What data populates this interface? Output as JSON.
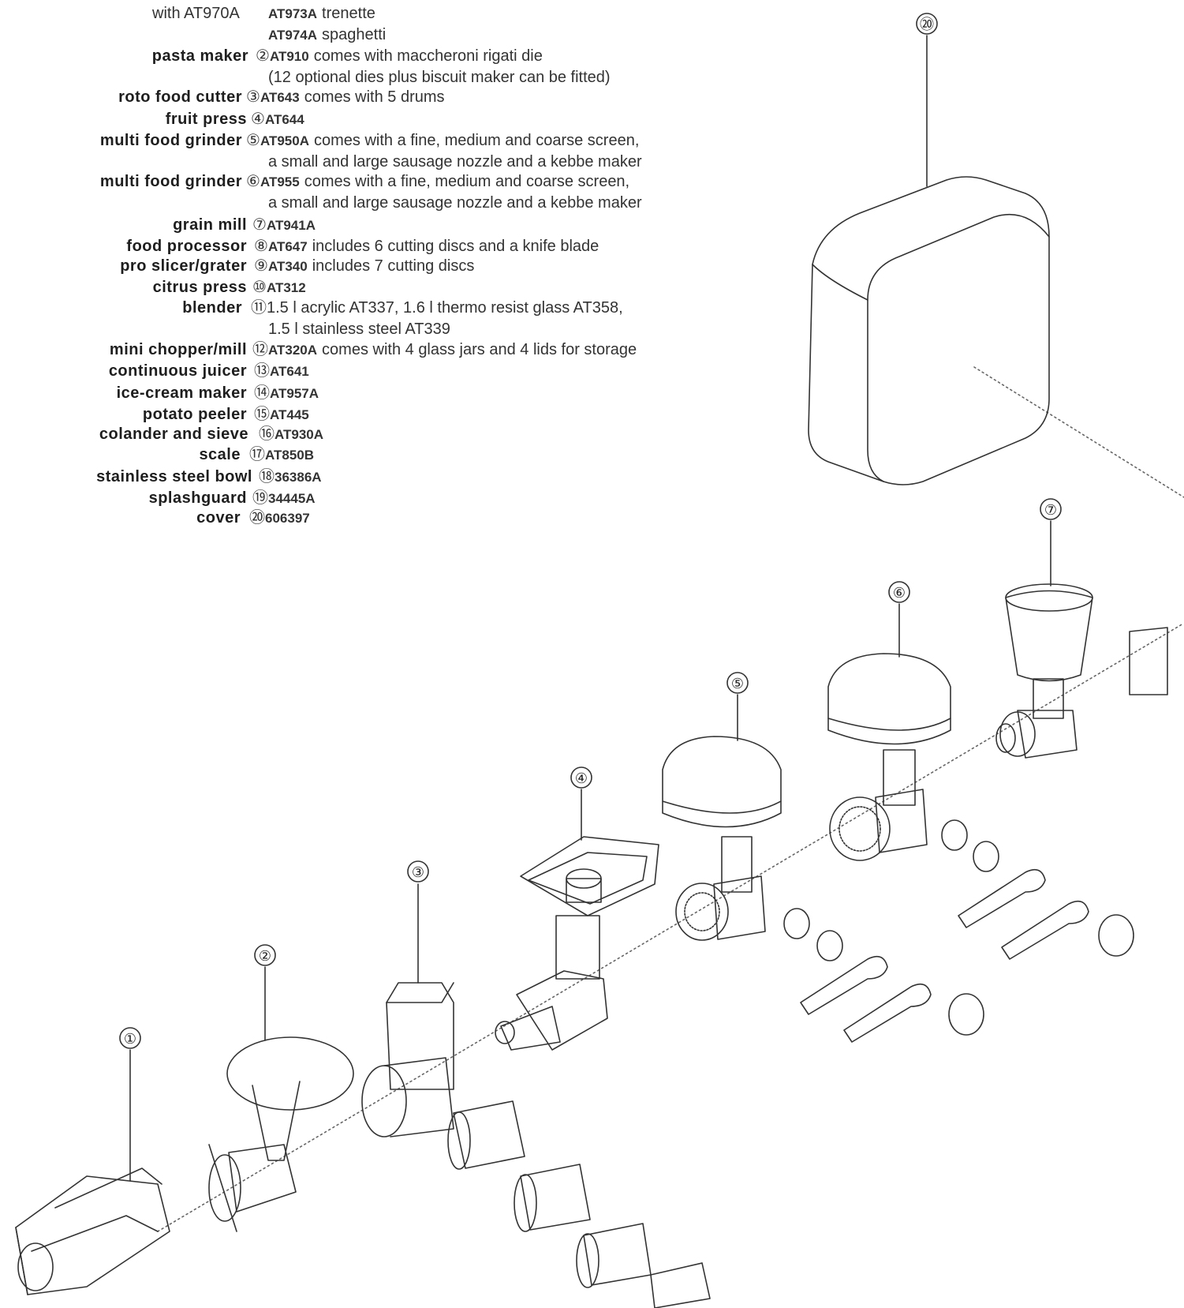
{
  "legend": {
    "top_fragment": "with AT970A",
    "entries": [
      {
        "name": "",
        "num": "",
        "code": "AT973A",
        "desc": "trenette"
      },
      {
        "name": "",
        "num": "",
        "code": "AT974A",
        "desc": "spaghetti"
      },
      {
        "name": "pasta maker",
        "num": "②",
        "code": "AT910",
        "desc": "comes with maccheroni rigati die"
      },
      {
        "name": "",
        "num": "",
        "code": "",
        "desc": "(12 optional dies plus biscuit maker can be fitted)"
      },
      {
        "name": "roto food cutter",
        "num": "③",
        "code": "AT643",
        "desc": "comes with 5 drums"
      },
      {
        "name": "fruit press",
        "num": "④",
        "code": "AT644",
        "desc": ""
      },
      {
        "name": "multi food grinder",
        "num": "⑤",
        "code": "AT950A",
        "desc": "comes with a fine, medium and coarse screen,"
      },
      {
        "name": "",
        "num": "",
        "code": "",
        "desc": "a small and large sausage nozzle and a kebbe maker"
      },
      {
        "name": "multi food grinder",
        "num": "⑥",
        "code": "AT955",
        "desc": "comes with a fine, medium and coarse screen,"
      },
      {
        "name": "",
        "num": "",
        "code": "",
        "desc": "a small and large sausage nozzle and a kebbe maker"
      },
      {
        "name": "grain mill",
        "num": "⑦",
        "code": "AT941A",
        "desc": ""
      },
      {
        "name": "food processor",
        "num": "⑧",
        "code": "AT647",
        "desc": "includes 6 cutting discs and a knife blade"
      },
      {
        "name": "pro slicer/grater",
        "num": "⑨",
        "code": "AT340",
        "desc": "includes 7 cutting discs"
      },
      {
        "name": "citrus press",
        "num": "⑩",
        "code": "AT312",
        "desc": ""
      },
      {
        "name": "blender",
        "num": "⑪",
        "code": "",
        "desc": "1.5 l acrylic AT337, 1.6 l thermo resist glass AT358,"
      },
      {
        "name": "",
        "num": "",
        "code": "",
        "desc": "1.5 l stainless steel AT339"
      },
      {
        "name": "mini chopper/mill",
        "num": "⑫",
        "code": "AT320A",
        "desc": "comes with 4 glass jars and 4 lids for storage"
      },
      {
        "name": "continuous juicer",
        "num": "⑬",
        "code": "AT641",
        "desc": ""
      },
      {
        "name": "ice-cream maker",
        "num": "⑭",
        "code": "AT957A",
        "desc": ""
      },
      {
        "name": "potato peeler",
        "num": "⑮",
        "code": "AT445",
        "desc": ""
      },
      {
        "name": "colander and sieve",
        "num": "⑯",
        "code": "AT930A",
        "desc": ""
      },
      {
        "name": "scale",
        "num": "⑰",
        "code": "AT850B",
        "desc": ""
      },
      {
        "name": "stainless steel bowl",
        "num": "⑱",
        "code": "36386A",
        "desc": ""
      },
      {
        "name": "splashguard",
        "num": "⑲",
        "code": "34445A",
        "desc": ""
      },
      {
        "name": "cover",
        "num": "⑳",
        "code": "606397",
        "desc": ""
      }
    ]
  },
  "callouts": {
    "c1": "①",
    "c2": "②",
    "c3": "③",
    "c4": "④",
    "c5": "⑤",
    "c6": "⑥",
    "c7": "⑦",
    "c20": "⑳"
  }
}
